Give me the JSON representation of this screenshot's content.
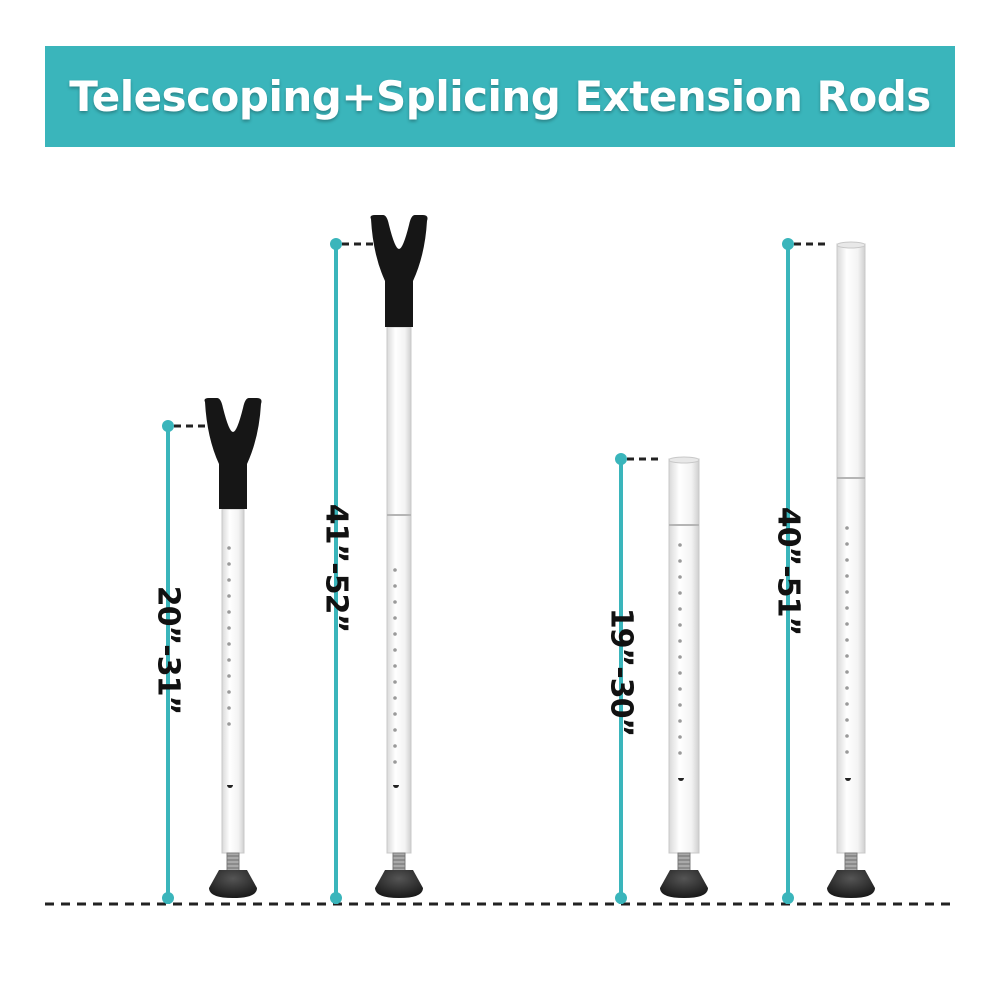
{
  "header": {
    "title": "Telescoping+Splicing Extension Rods"
  },
  "colors": {
    "accent": "#3ab5bb",
    "rod": "#f3f3f3",
    "cap": "#161616",
    "guide": "#222222"
  },
  "rods": [
    {
      "label": "20”-31”",
      "top_icon": "y-fork-cap-icon",
      "foot_icon": "rubber-foot-icon"
    },
    {
      "label": "41”-52”",
      "top_icon": "y-fork-cap-icon",
      "foot_icon": "rubber-foot-icon"
    },
    {
      "label": "19”-30”",
      "top_icon": "open-tube-end-icon",
      "foot_icon": "rubber-foot-icon"
    },
    {
      "label": "40”-51”",
      "top_icon": "open-tube-end-icon",
      "foot_icon": "rubber-foot-icon"
    }
  ]
}
